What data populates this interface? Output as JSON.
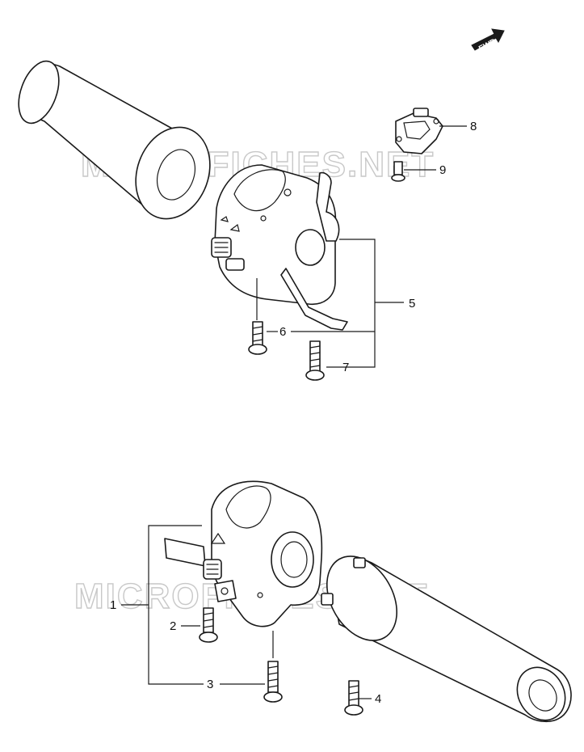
{
  "watermark": "MICROFICHES.NET",
  "fwd_label": "FWD",
  "callouts": {
    "c1": "1",
    "c2": "2",
    "c3": "3",
    "c4": "4",
    "c5": "5",
    "c6": "6",
    "c7": "7",
    "c8": "8",
    "c9": "9"
  }
}
